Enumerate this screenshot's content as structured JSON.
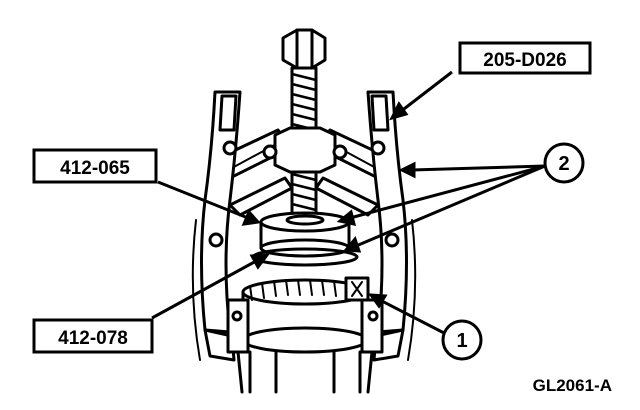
{
  "labels": {
    "puller": "205-D026",
    "adapter_top": "412-065",
    "adapter_bottom": "412-078",
    "callout_1": "1",
    "callout_2": "2",
    "figure_code": "GL2061-A"
  }
}
